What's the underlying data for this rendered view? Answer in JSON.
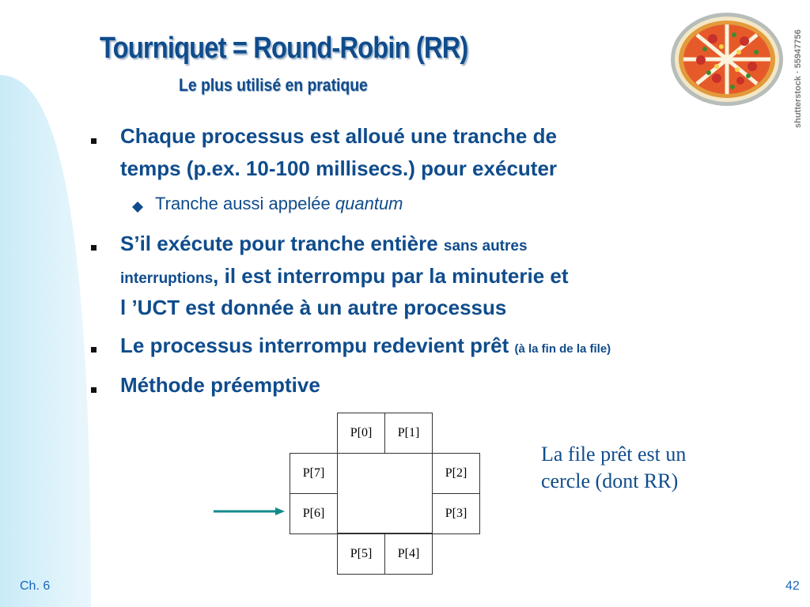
{
  "slide": {
    "title": "Tourniquet = Round-Robin (RR)",
    "subtitle": "Le plus utilisé en pratique",
    "watermark": "shutterstock · 55947756"
  },
  "bullets": [
    {
      "lines": [
        "Chaque processus est alloué une tranche de",
        "temps (p.ex. 10-100 millisecs.) pour exécuter"
      ]
    },
    {
      "sub": {
        "text": "Tranche aussi appelée ",
        "emphasis": "quantum"
      }
    },
    {
      "line1_main": "S’il exécute pour tranche entière ",
      "line1_small": "sans autres",
      "line2_small": "interruptions",
      "line2_main": ", il est interrompu par la minuterie et",
      "line3_main": "l ’UCT est donnée à un autre processus"
    },
    {
      "main": "Le processus interrompu redevient prêt ",
      "small": "(à la fin de la file)"
    },
    {
      "main": "Méthode préemptive"
    }
  ],
  "queue": {
    "cells": [
      "P[0]",
      "P[1]",
      "P[2]",
      "P[3]",
      "P[4]",
      "P[5]",
      "P[6]",
      "P[7]"
    ],
    "caption_lines": [
      "La file prêt est un",
      "cercle (dont RR)"
    ]
  },
  "footer": {
    "chapter": "Ch. 6",
    "page": "42"
  },
  "colors": {
    "text_blue": "#0f4c8c",
    "accent_teal": "#138a8a",
    "band_cyan": "#d6f0fa"
  },
  "icons": [
    "pizza-slices-icon",
    "arrow-right-icon",
    "square-bullet-icon",
    "diamond-bullet-icon"
  ]
}
